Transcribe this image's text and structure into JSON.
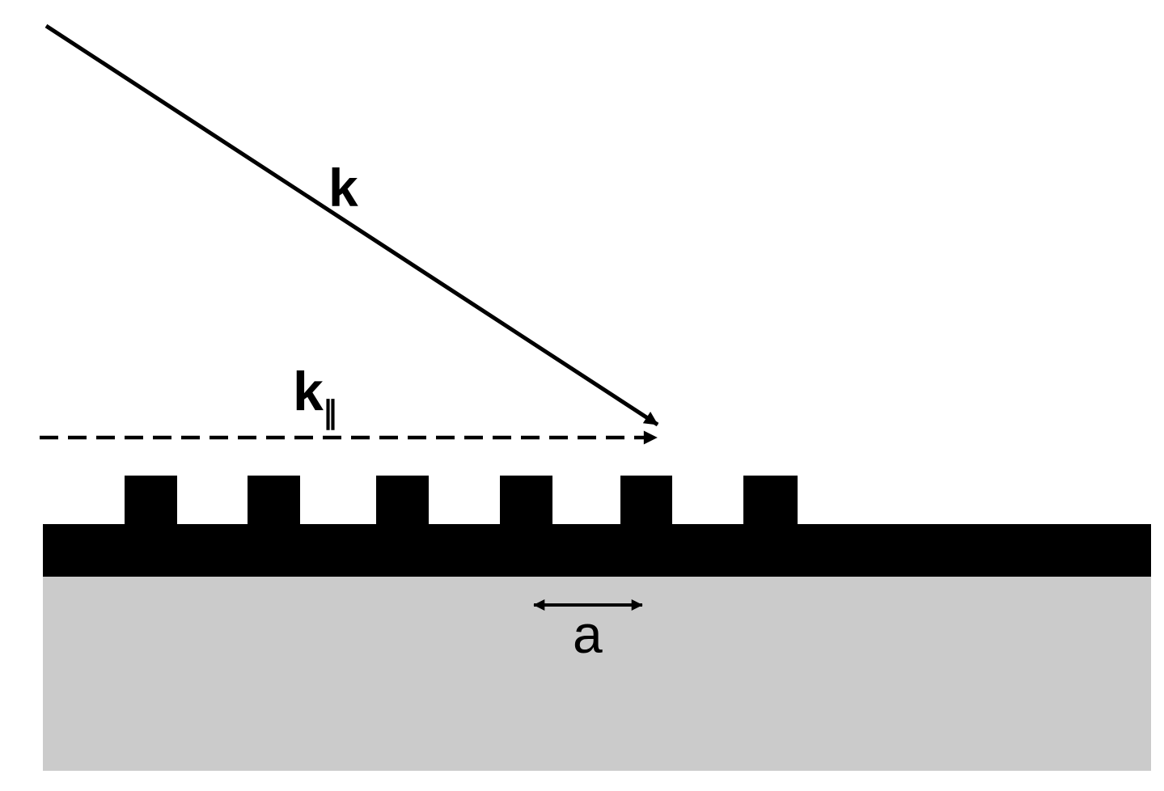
{
  "diagram": {
    "type": "grating-coupling-schematic",
    "labels": {
      "incident_wavevector": "k",
      "parallel_wavevector_base": "k",
      "parallel_wavevector_subscript": "∥",
      "grating_period": "a"
    },
    "colors": {
      "ink": "#000000",
      "substrate_gray": "#cbcbcb",
      "background": "#ffffff"
    },
    "grating": {
      "tooth_count": 6
    }
  }
}
